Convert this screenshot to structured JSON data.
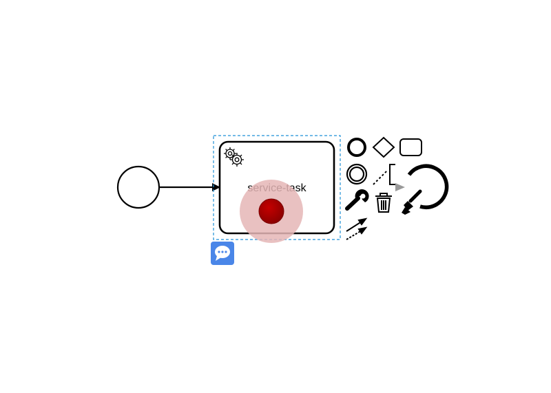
{
  "diagram": {
    "task": {
      "label": "service-task",
      "type_icon": "gear-icon"
    },
    "start_event": {
      "type": "start-event"
    },
    "selection": {
      "color": "#1f8fd6"
    },
    "breakpoint": {
      "color": "#a50000",
      "halo_color": "#e5b6b6"
    },
    "comment_button": {
      "icon": "comment-icon",
      "color": "#4a86e8"
    },
    "context_pad": {
      "items": [
        {
          "name": "append-end-event",
          "icon": "end-event-icon"
        },
        {
          "name": "append-gateway",
          "icon": "gateway-icon"
        },
        {
          "name": "append-task",
          "icon": "task-icon"
        },
        {
          "name": "append-intermediate-event",
          "icon": "intermediate-event-icon"
        },
        {
          "name": "append-text-annotation",
          "icon": "text-annotation-icon"
        },
        {
          "name": "change-type",
          "icon": "wrench-icon"
        },
        {
          "name": "delete",
          "icon": "trash-icon"
        },
        {
          "name": "connect",
          "icon": "connect-icon"
        },
        {
          "name": "color-picker",
          "icon": "paintbrush-icon"
        }
      ]
    },
    "loading_indicator": {
      "icon": "spinner-icon"
    }
  }
}
